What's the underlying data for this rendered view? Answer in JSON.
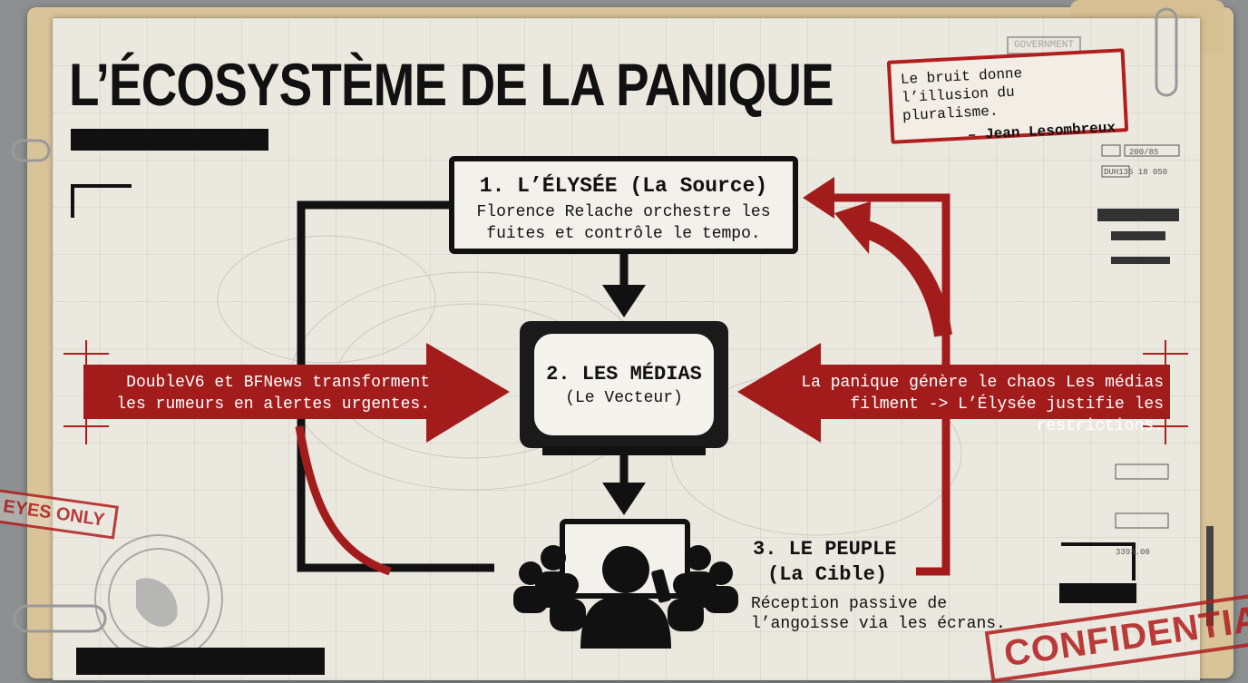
{
  "title": "L’ÉCOSYSTÈME DE LA PANIQUE",
  "quote": {
    "text": "Le bruit donne l’illusion du pluralisme.",
    "author": "– Jean Lesombreux"
  },
  "nodes": {
    "elysee": {
      "title": "1. L’ÉLYSÉE (La Source)",
      "description": "Florence Relache orchestre les fuites et contrôle le tempo."
    },
    "medias": {
      "title": "2. LES MÉDIAS",
      "subtitle": "(Le Vecteur)"
    },
    "peuple": {
      "title": "3. LE PEUPLE",
      "subtitle": "(La Cible)",
      "description": "Réception passive de l’angoisse via les écrans."
    }
  },
  "arrows": {
    "left": "DoubleV6 et BFNews transforment les rumeurs en alertes urgentes.",
    "right": "La panique génère le chaos Les médias filment -> L’Élysée justifie les restrictions."
  },
  "stamps": {
    "eyes_only": "EYES ONLY",
    "confidential": "CONFIDENTIAL",
    "government": "GOVERNMENT"
  },
  "codes": [
    "200/85",
    "DUH135 18 050",
    "3393.00"
  ],
  "colors": {
    "accent_red": "#b01e1e",
    "ink": "#111111",
    "paper": "#ebe8df"
  }
}
